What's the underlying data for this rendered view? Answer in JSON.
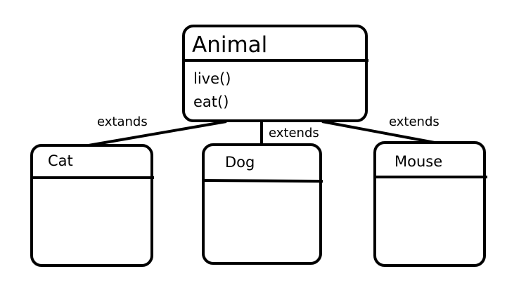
{
  "parent": {
    "name": "Animal",
    "methods": [
      "live()",
      "eat()"
    ]
  },
  "children": [
    {
      "name": "Cat",
      "relation": "extands"
    },
    {
      "name": "Dog",
      "relation": "extends"
    },
    {
      "name": "Mouse",
      "relation": "extends"
    }
  ]
}
